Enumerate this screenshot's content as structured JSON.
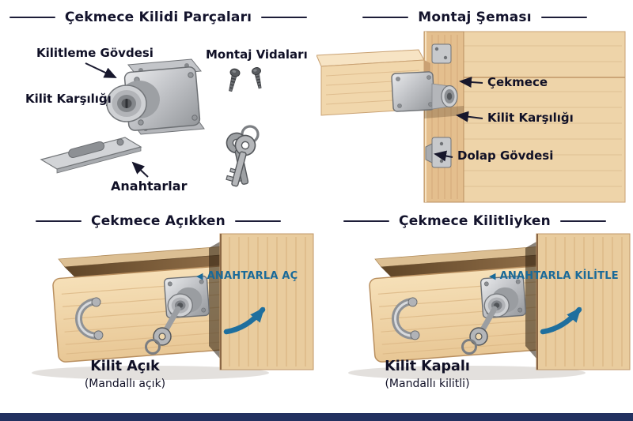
{
  "colors": {
    "ink": "#13132c",
    "accent_blue": "#1f6f9e",
    "wood_light": "#f0d6ab",
    "wood_mid": "#e4bf8e",
    "metal_gray": "#c2c4c8",
    "footer_bar": "#223160"
  },
  "icons": {
    "left_triangle": "◀"
  },
  "panels": {
    "parts": {
      "title": "Çekmece Kilidi Parçaları",
      "labels": {
        "lock_body": "Kilitleme Gövdesi",
        "screws": "Montaj Vidaları",
        "strike": "Kilit Karşılığı",
        "keys": "Anahtarlar"
      }
    },
    "mounting": {
      "title": "Montaj Şeması",
      "labels": {
        "drawer": "Çekmece",
        "strike": "Kilit Karşılığı",
        "cabinet": "Dolap Gövdesi"
      }
    },
    "open_state": {
      "title": "Çekmece Açıkken",
      "action_label": "ANAHTARLA AÇ",
      "caption": "Kilit Açık",
      "subcaption": "(Mandallı açık)"
    },
    "locked_state": {
      "title": "Çekmece Kilitliyken",
      "action_label": "ANAHTARLA KİLİTLE",
      "caption": "Kilit Kapalı",
      "subcaption": "(Mandallı kilitli)"
    }
  }
}
